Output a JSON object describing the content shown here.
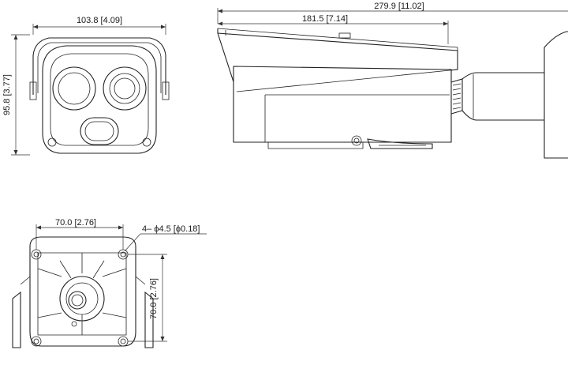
{
  "dimensions": {
    "front_width": "103.8 [4.09]",
    "front_height": "95.8 [3.77]",
    "overall_length": "279.9 [11.02]",
    "body_length": "181.5 [7.14]",
    "base_width": "70.0 [2.76]",
    "base_height": "70.0 [2.76]",
    "hole_spec": "4– ϕ4.5 [ϕ0.18]"
  },
  "colors": {
    "line": "#222222",
    "background": "#ffffff"
  }
}
